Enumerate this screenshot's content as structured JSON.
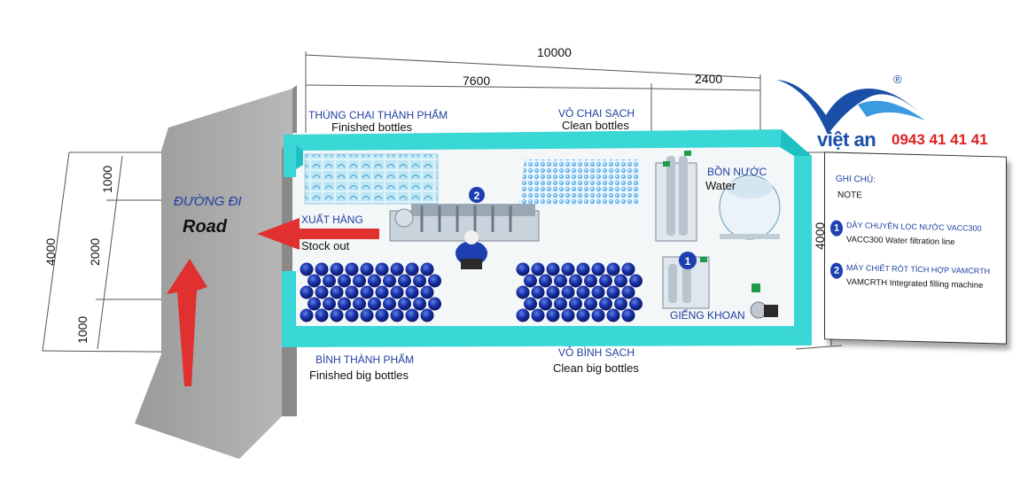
{
  "brand": {
    "name": "việt an",
    "phone": "0943 41 41 41",
    "registered": "®",
    "colors": {
      "blue": "#1a4fa8",
      "red": "#e02020",
      "wall": "#3ad7d7"
    }
  },
  "dimensions": {
    "total_width": "10000",
    "left_width": "7600",
    "right_width": "2400",
    "depth": "4000",
    "road_total": "4000",
    "road_top": "1000",
    "road_mid": "2000",
    "road_bottom": "1000"
  },
  "labels": {
    "finished_bottles_vn": "THÙNG CHAI THÀNH PHẨM",
    "finished_bottles_en": "Finished bottles",
    "clean_bottles_vn": "VỎ CHAI SẠCH",
    "clean_bottles_en": "Clean bottles",
    "water_tank_vn": "BỒN NƯỚC",
    "water_tank_en": "Water",
    "stock_out_vn": "XUẤT HÀNG",
    "stock_out_en": "Stock out",
    "well_vn": "GIẾNG KHOAN",
    "finished_big_vn": "BÌNH THÀNH PHẨM",
    "finished_big_en": "Finished big bottles",
    "clean_big_vn": "VỎ BÌNH SẠCH",
    "clean_big_en": "Clean big bottles",
    "marker_1": "1",
    "marker_2": "2"
  },
  "road": {
    "label_vn": "ĐƯỜNG ĐI",
    "label_en": "Road"
  },
  "legend": {
    "title": "GHI CHÚ:",
    "subtitle": "NOTE",
    "items": [
      {
        "num": "1",
        "vn": "DÂY CHUYỀN LỌC NƯỚC VACC300",
        "en": "VACC300 Water filtration line"
      },
      {
        "num": "2",
        "vn": "MÁY CHIẾT RÓT TÍCH HỢP VAMCRTH",
        "en": "VAMCRTH Integrated filling machine"
      }
    ]
  }
}
